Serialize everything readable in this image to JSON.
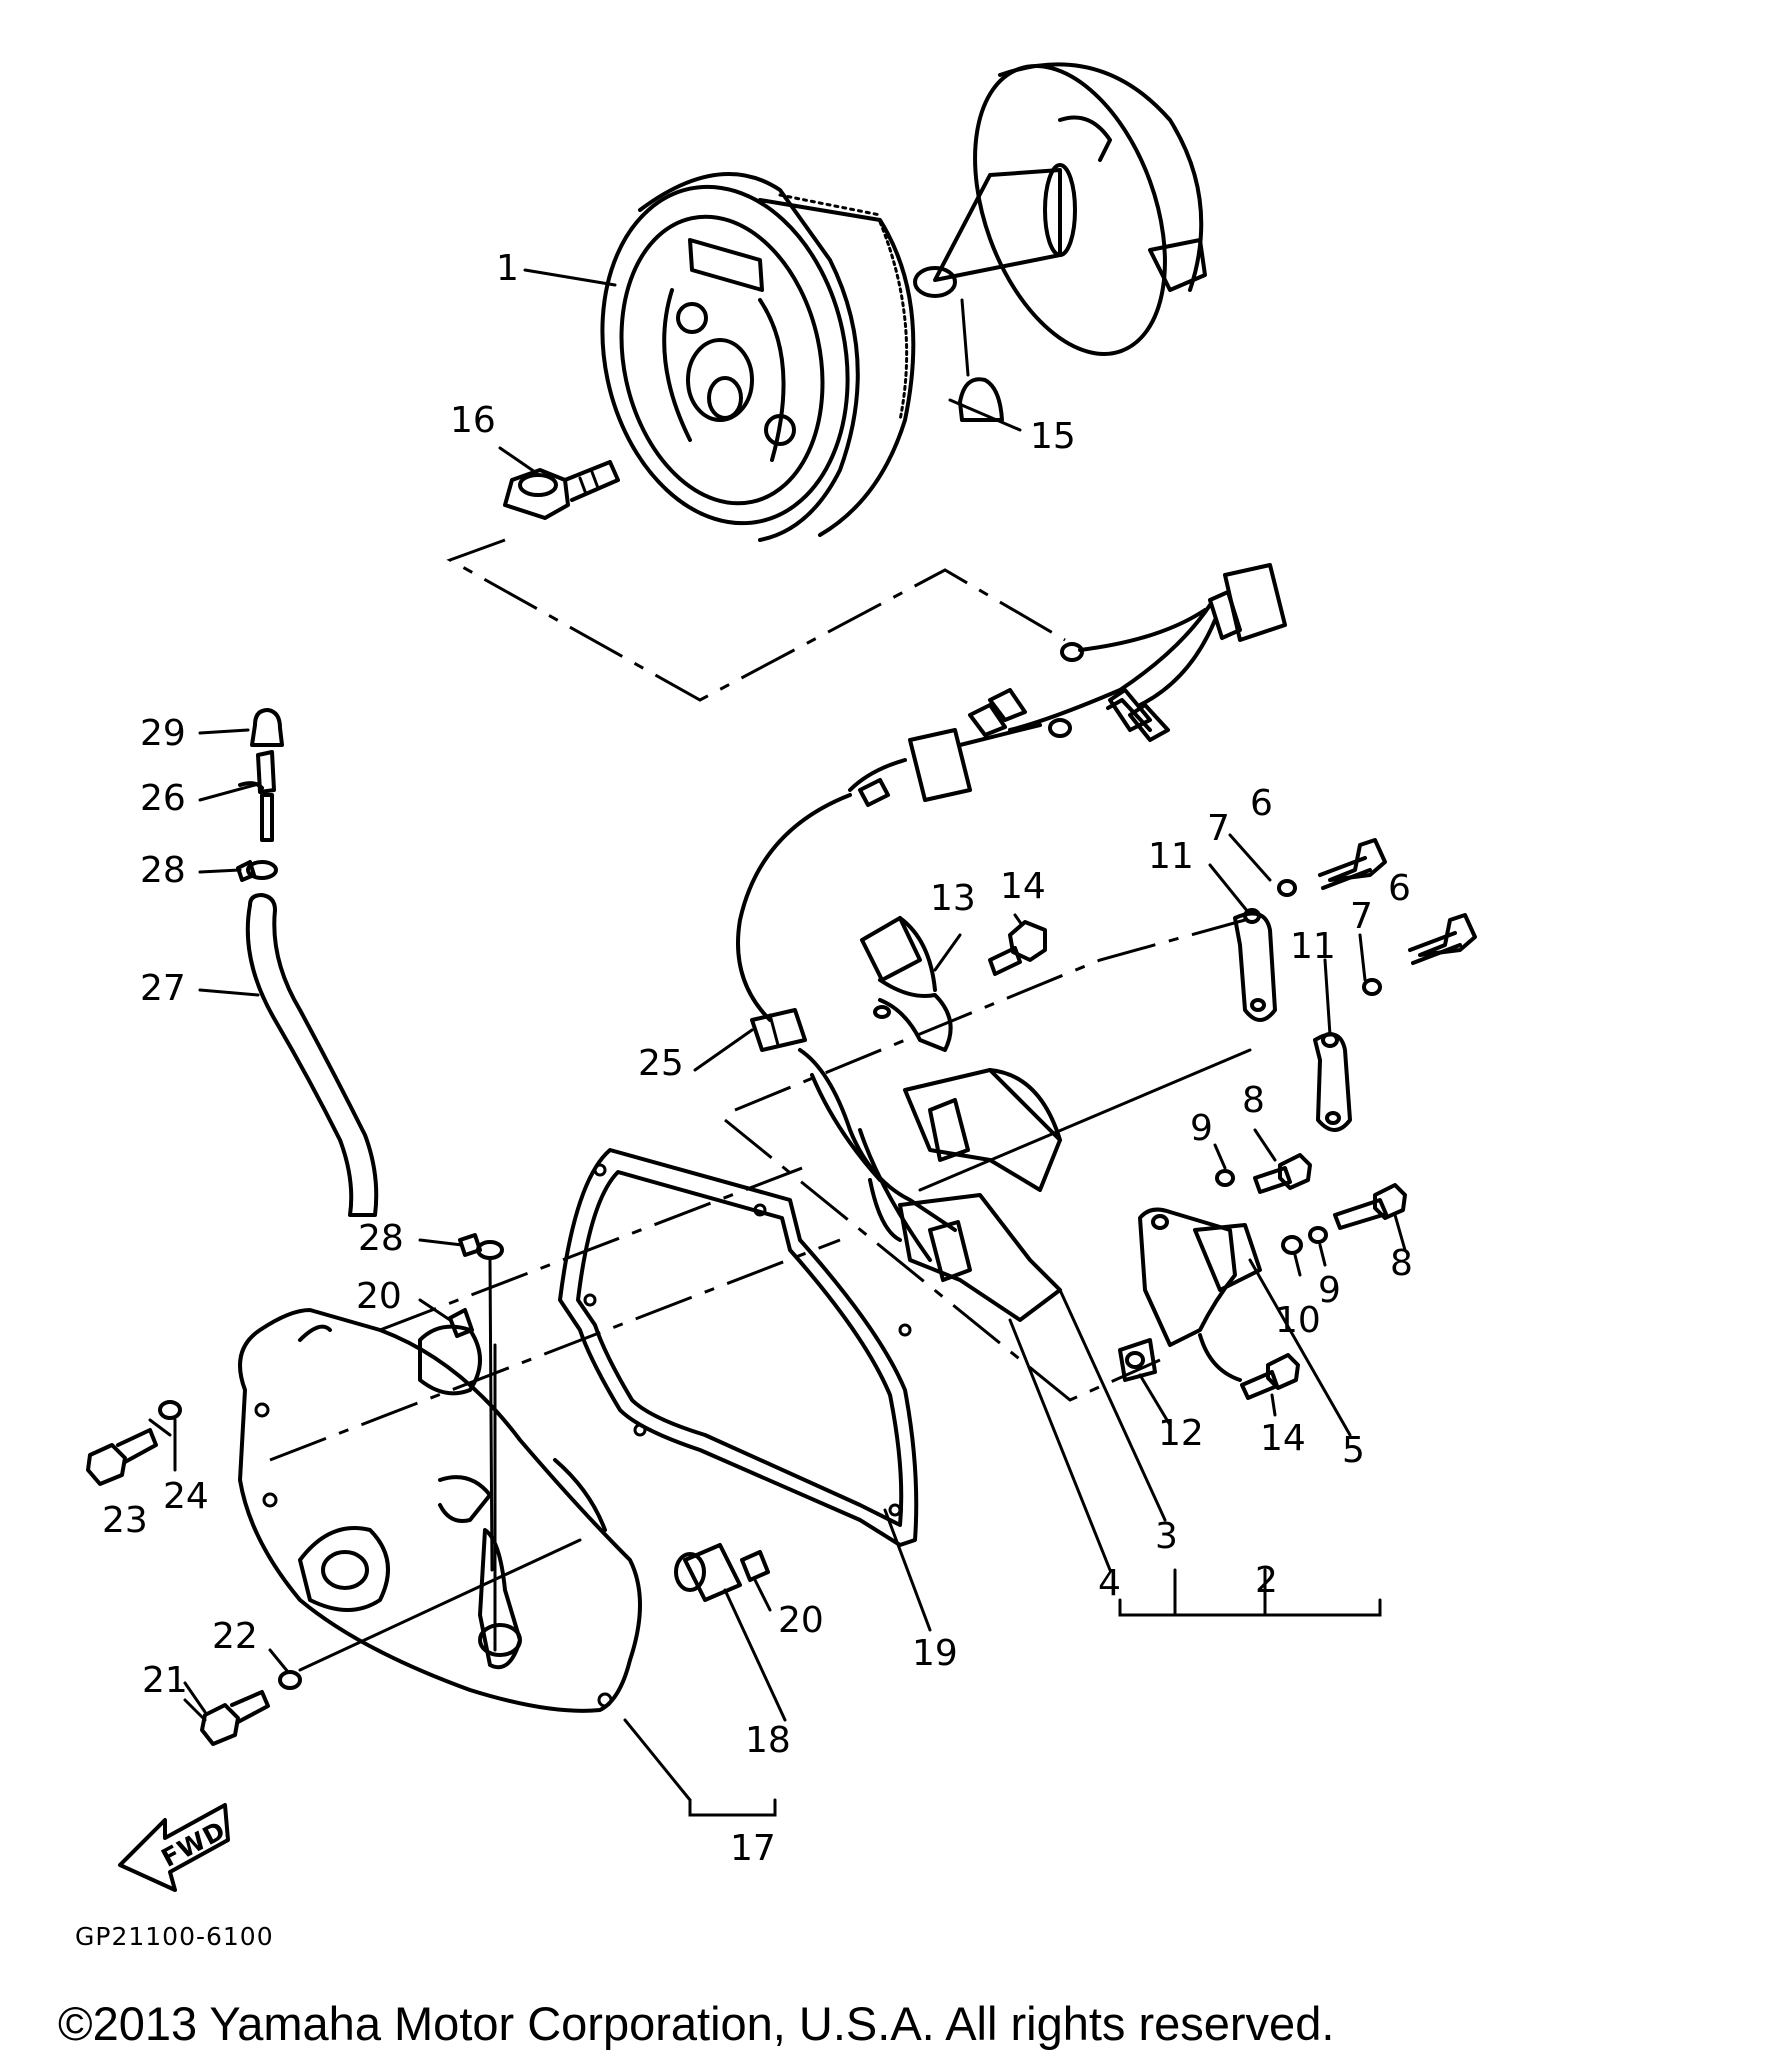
{
  "callouts": [
    {
      "id": "1",
      "text": "1"
    },
    {
      "id": "2",
      "text": "2"
    },
    {
      "id": "3",
      "text": "3"
    },
    {
      "id": "4",
      "text": "4"
    },
    {
      "id": "5",
      "text": "5"
    },
    {
      "id": "6a",
      "text": "6"
    },
    {
      "id": "6b",
      "text": "6"
    },
    {
      "id": "7a",
      "text": "7"
    },
    {
      "id": "7b",
      "text": "7"
    },
    {
      "id": "8a",
      "text": "8"
    },
    {
      "id": "8b",
      "text": "8"
    },
    {
      "id": "9a",
      "text": "9"
    },
    {
      "id": "9b",
      "text": "9"
    },
    {
      "id": "10",
      "text": "10"
    },
    {
      "id": "11a",
      "text": "11"
    },
    {
      "id": "11b",
      "text": "11"
    },
    {
      "id": "12",
      "text": "12"
    },
    {
      "id": "13",
      "text": "13"
    },
    {
      "id": "14a",
      "text": "14"
    },
    {
      "id": "14b",
      "text": "14"
    },
    {
      "id": "15",
      "text": "15"
    },
    {
      "id": "16",
      "text": "16"
    },
    {
      "id": "17",
      "text": "17"
    },
    {
      "id": "18",
      "text": "18"
    },
    {
      "id": "19",
      "text": "19"
    },
    {
      "id": "20a",
      "text": "20"
    },
    {
      "id": "20b",
      "text": "20"
    },
    {
      "id": "21",
      "text": "21"
    },
    {
      "id": "22",
      "text": "22"
    },
    {
      "id": "23",
      "text": "23"
    },
    {
      "id": "24",
      "text": "24"
    },
    {
      "id": "25",
      "text": "25"
    },
    {
      "id": "26",
      "text": "26"
    },
    {
      "id": "27",
      "text": "27"
    },
    {
      "id": "28a",
      "text": "28"
    },
    {
      "id": "28b",
      "text": "28"
    },
    {
      "id": "29",
      "text": "29"
    }
  ],
  "fwd_label": "FWD",
  "diagram_code": "GP21100-6100",
  "copyright": "©2013 Yamaha Motor Corporation, U.S.A. All rights reserved."
}
